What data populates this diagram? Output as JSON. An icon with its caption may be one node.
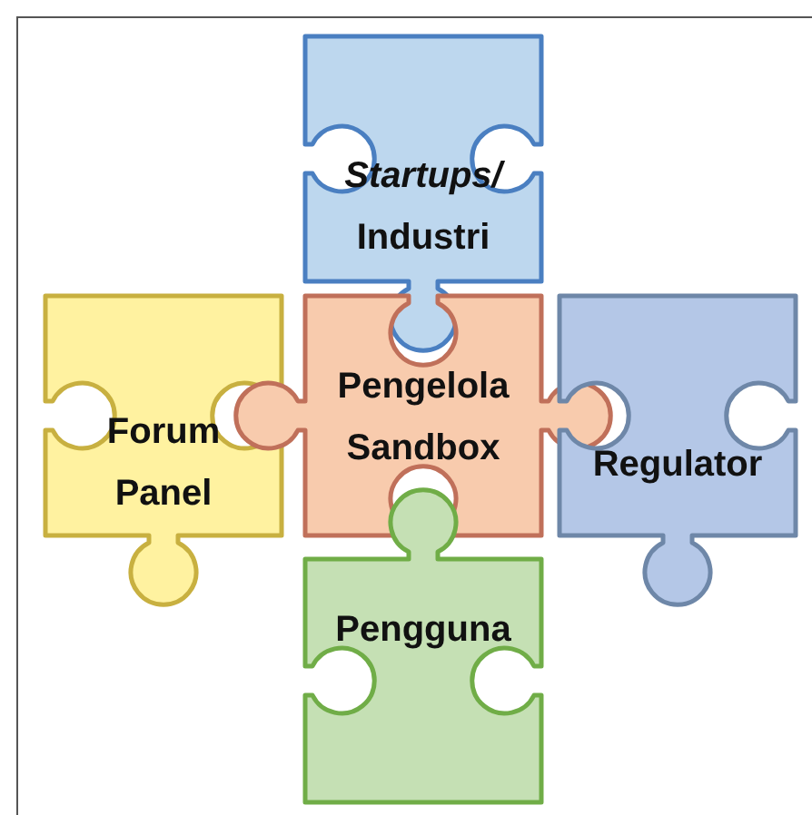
{
  "diagram": {
    "nodes": [
      {
        "text": [
          "*Startups/* Industri"
        ]
      },
      {
        "text": [
          "Forum Panel"
        ]
      },
      {
        "text": [
          "Pengelola Sandbox"
        ]
      },
      {
        "text": [
          "Regulator"
        ]
      },
      {
        "text": [
          "Pengguna"
        ]
      }
    ]
  }
}
